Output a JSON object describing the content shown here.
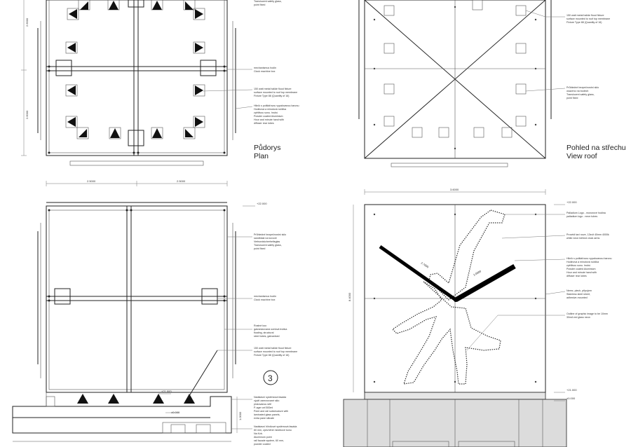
{
  "plan": {
    "title_cz": "Půdorys",
    "title_en": "Plan",
    "dim_left_upper": "2.6000",
    "dim_left_lower": "2.6000",
    "notes": [
      [
        "mechanismus hodin",
        "Clock machine box"
      ],
      [
        "150 watt metal halide flood fixture",
        "surface mounted to roof top membrane",
        "Fixture Type 88 (Quantity of 16)"
      ],
      [
        "Hliník s polštářovou vypalovanou barvou",
        "Hodinová a minutová ručička",
        "zpětlivou sonu. hrubú",
        "Powder coated Aluminium",
        "Hour and minute hand with",
        "diffuser rear lobes"
      ]
    ],
    "top_notes": [
      "Translucent safety glass,",
      "point fixed"
    ]
  },
  "roof": {
    "title_cz": "Pohled na střechu",
    "title_en": "View roof",
    "notes": [
      [
        "150 watt metal halide flood fixture",
        "surface mounted to roof top membrane",
        "Fixture Type 88 (Quantity of 16)"
      ],
      [
        "Průhledné bezpečnostní sklo",
        "osazeno na bodech",
        "Translucent safety glass,",
        "point fixed"
      ]
    ]
  },
  "section": {
    "dim_total_left": "2.5000",
    "dim_total_right": "2.5000",
    "level_top": "+22.000",
    "level_a": "+21.000",
    "level_b": "±0.000",
    "dim_right": "1.0000",
    "circle_label": "3",
    "notes": [
      [
        "Průhledné bezpečnostní sklo",
        "sandblast na kovové",
        "Verbundsicherheitsglas",
        "Translucent safety glass,",
        "point fixed"
      ],
      [
        "mechanismus hodin",
        "Clock machine box"
      ],
      [
        "Rostné koo",
        "galvanizovaná ocelová trubka",
        "floating, structural",
        "steel tubes, galvanised"
      ],
      [
        "150 watt metal halide flood fixture",
        "surface mounted to roof top membrane",
        "Fixture Type 88 (Quantity of 16)"
      ],
      [
        "Nadstavní systémová fasáda",
        "výplň zamrzované sklo",
        "pískovanou sítě",
        "P-ager cel 500ml",
        "Point and rail substructure with",
        "laminated glass panels,",
        "extra pane silicate"
      ],
      [
        "Nadstavní hliníkové systémová fasáda",
        "60 mm, zpevněné mezibové konu",
        "Na Kvb.",
        "Aluminium point",
        "rail facade system, 60 mm,",
        "powder coated"
      ]
    ]
  },
  "elevation": {
    "dim_top": "3.6000",
    "dim_left": "8.4000",
    "level_top": "+22.000",
    "level_a": "+21.000",
    "level_b": "±0.000",
    "diag_dim_1": "2.7000",
    "diag_dim_2": "2.0000",
    "notes": [
      [
        "Palladium Logo - monorové hodina",
        "palladium logo - neon tubes"
      ],
      [
        "Provédi tavi nove, 12svit 40mm 4000k",
        "white neon behind clock arms"
      ],
      [
        "Hliník s polštářovou vypalovanou barvou",
        "Hodinová a minutová ručička",
        "zpětlivou sonu. hrubú",
        "Powder coated Aluminium",
        "Hour and minute hand with",
        "diffuser rear lobes"
      ],
      [
        "Nerez, plech, připojem",
        "Stainless steel sheet,",
        "adhesive-mounted"
      ],
      [
        "Outline of graphic image to be 10mm",
        "30mA red glass neon"
      ]
    ]
  }
}
